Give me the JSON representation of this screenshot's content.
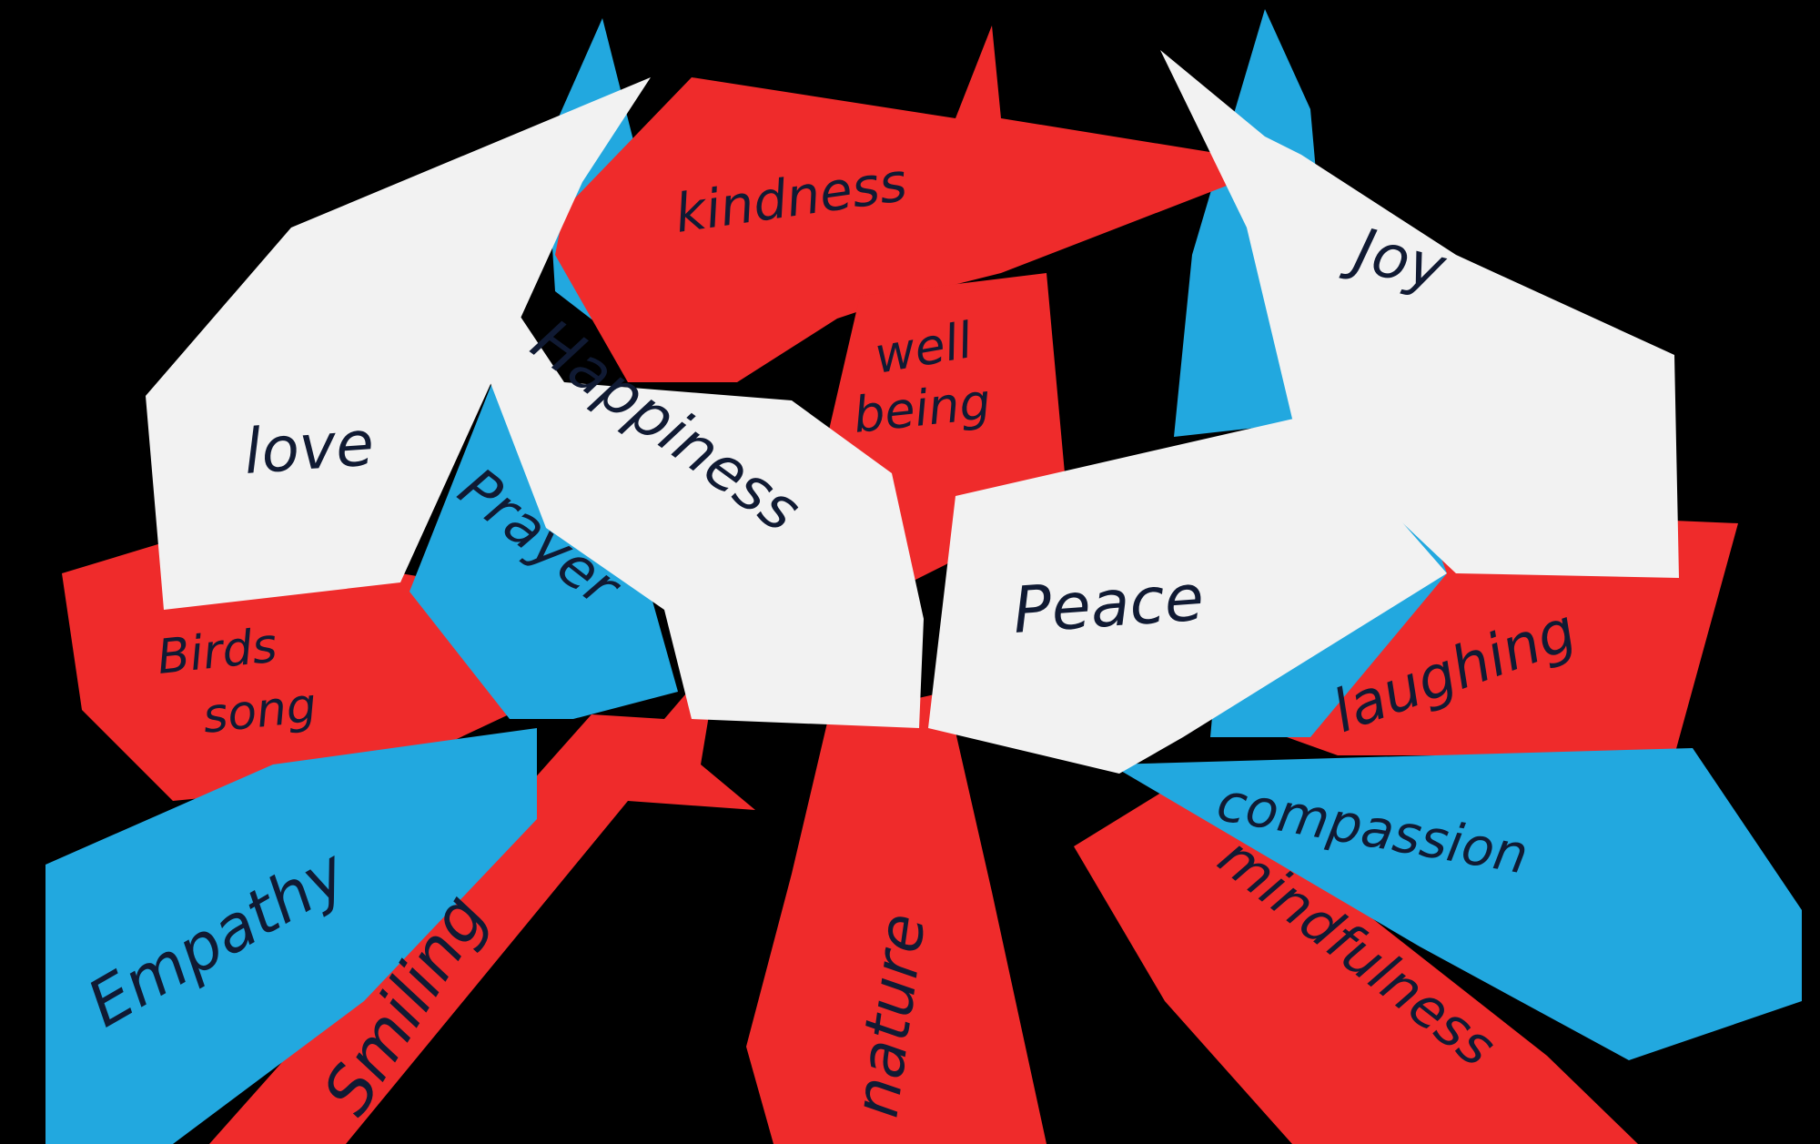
{
  "colors": {
    "background": "#000000",
    "red": "#ef2b2b",
    "blue": "#22a8df",
    "white": "#f2f2f2",
    "ink": "#101a33"
  },
  "words": {
    "kindness": "kindness",
    "well_being_line1": "well",
    "well_being_line2": "being",
    "joy": "Joy",
    "love": "love",
    "happiness": "Happiness",
    "prayer": "Prayer",
    "peace": "Peace",
    "birds_song_line1": "Birds",
    "birds_song_line2": "song",
    "laughing": "laughing",
    "compassion": "compassion",
    "empathy": "Empathy",
    "smiling": "Smiling",
    "nature": "nature",
    "mindfulness": "mindfulness"
  }
}
